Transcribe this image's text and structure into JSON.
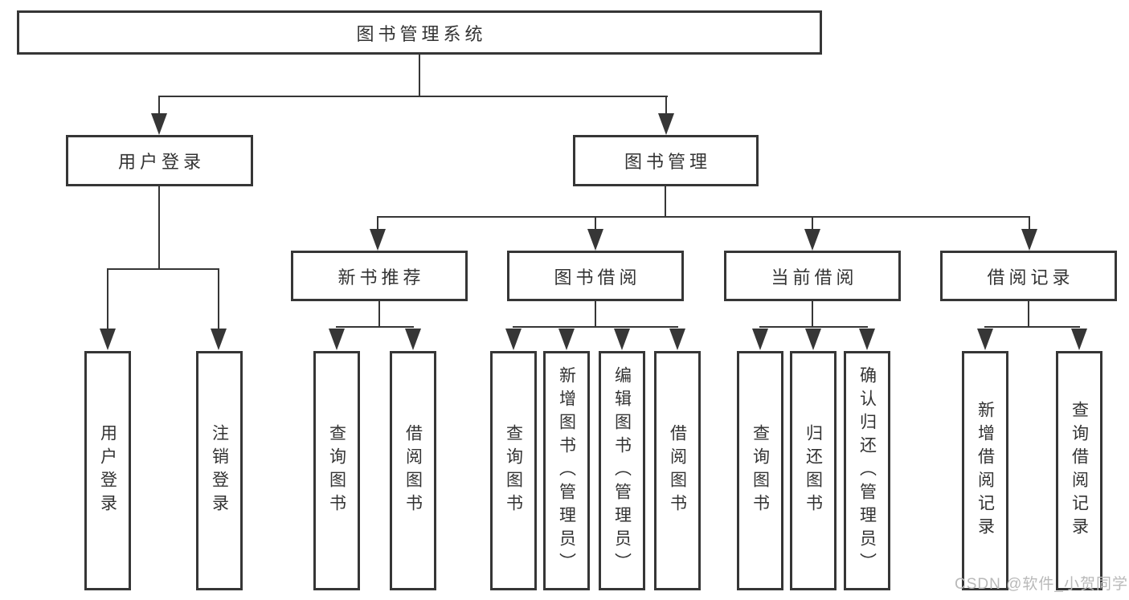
{
  "root": {
    "label": "图书管理系统"
  },
  "level2": {
    "user_login": {
      "label": "用户登录"
    },
    "book_mgmt": {
      "label": "图书管理"
    }
  },
  "level3": {
    "new_books": {
      "label": "新书推荐"
    },
    "borrow": {
      "label": "图书借阅"
    },
    "current": {
      "label": "当前借阅"
    },
    "records": {
      "label": "借阅记录"
    }
  },
  "leaves": {
    "user_login": [
      "用户登录",
      "注销登录"
    ],
    "new_books": [
      "查询图书",
      "借阅图书"
    ],
    "borrow": [
      "查询图书",
      "新增图书（管理员）",
      "编辑图书（管理员）",
      "借阅图书"
    ],
    "current": [
      "查询图书",
      "归还图书",
      "确认归还（管理员）"
    ],
    "records": [
      "新增借阅记录",
      "查询借阅记录"
    ]
  },
  "watermark": {
    "text": "CSDN @软件_小贺同学"
  },
  "colors": {
    "line": "#363636",
    "text": "#333333",
    "watermark": "#b9b9b9",
    "background": "#ffffff"
  }
}
